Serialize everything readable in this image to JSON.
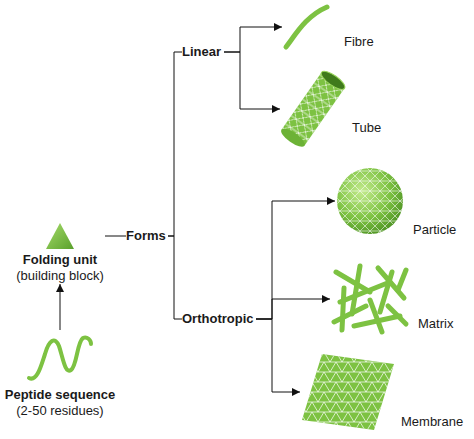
{
  "diagram": {
    "nodes": [
      {
        "text": [
          "Peptide sequence",
          "(2-50 residues)"
        ]
      },
      {
        "text": [
          "Folding unit",
          "(building block)"
        ]
      },
      {
        "text": [
          "Forms"
        ]
      },
      {
        "text": [
          "Linear"
        ]
      },
      {
        "text": [
          "Orthotropic"
        ]
      },
      {
        "text": [
          "Fibre"
        ]
      },
      {
        "text": [
          "Tube"
        ]
      },
      {
        "text": [
          "Particle"
        ]
      },
      {
        "text": [
          "Matrix"
        ]
      },
      {
        "text": [
          "Membrane"
        ]
      }
    ],
    "edges": [
      {
        "from": 0,
        "to": 1,
        "arrow": "to"
      },
      {
        "from": 1,
        "to": 2,
        "arrow": "none"
      },
      {
        "from": 2,
        "to": 3,
        "arrow": "none"
      },
      {
        "from": 2,
        "to": 4,
        "arrow": "none"
      },
      {
        "from": 3,
        "to": 5,
        "arrow": "to"
      },
      {
        "from": 3,
        "to": 6,
        "arrow": "to"
      },
      {
        "from": 4,
        "to": 7,
        "arrow": "to"
      },
      {
        "from": 4,
        "to": 8,
        "arrow": "to"
      },
      {
        "from": 4,
        "to": 9,
        "arrow": "to"
      }
    ]
  }
}
